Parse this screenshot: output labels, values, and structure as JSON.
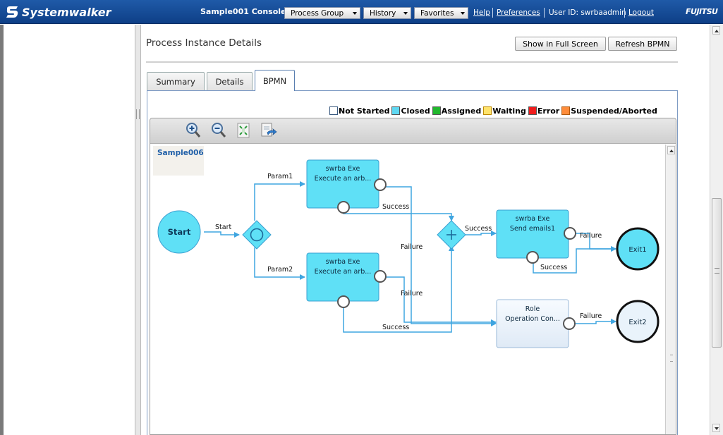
{
  "header": {
    "logo_text": "Systemwalker",
    "console_title": "Sample001 Console",
    "menus": [
      {
        "label": "Process Group"
      },
      {
        "label": "History"
      },
      {
        "label": "Favorites"
      }
    ],
    "links": {
      "help": "Help",
      "preferences": "Preferences",
      "logout": "Logout"
    },
    "user_id": "User ID: swrbaadmin",
    "brand": "FUJITSU"
  },
  "page": {
    "title": "Process Instance Details",
    "show_full_screen": "Show in Full Screen",
    "refresh_bpmn": "Refresh BPMN"
  },
  "tabs": [
    {
      "label": "Summary"
    },
    {
      "label": "Details"
    },
    {
      "label": "BPMN"
    }
  ],
  "legend": [
    {
      "label": "Not Started",
      "color": "#ffffff"
    },
    {
      "label": "Closed",
      "color": "#5fd8f2"
    },
    {
      "label": "Assigned",
      "color": "#21b72d"
    },
    {
      "label": "Waiting",
      "color": "#ffe36b"
    },
    {
      "label": "Error",
      "color": "#ef1c1c"
    },
    {
      "label": "Suspended/Aborted",
      "color": "#ff8c3a"
    }
  ],
  "toolbar": {
    "icons": [
      "zoom-in-icon",
      "zoom-out-icon",
      "fit-page-icon",
      "export-icon"
    ]
  },
  "diagram": {
    "process_name": "Sample006",
    "start": "Start",
    "task1": {
      "role": "swrba  Exe",
      "name": "Execute an arb..."
    },
    "task2": {
      "role": "swrba  Exe",
      "name": "Execute an arb..."
    },
    "task3": {
      "role": "swrba  Exe",
      "name": "Send emails1"
    },
    "task4": {
      "role": "Role",
      "name": "Operation Con..."
    },
    "exit1": "Exit1",
    "exit2": "Exit2",
    "arrows": {
      "start": "Start",
      "param1": "Param1",
      "param2": "Param2",
      "success_a": "Success",
      "failure_a": "Failure",
      "failure_b": "Failure",
      "success_b": "Success",
      "success_c": "Success",
      "failure_c": "Failure",
      "success_d": "Success",
      "failure_d": "Failure"
    }
  }
}
